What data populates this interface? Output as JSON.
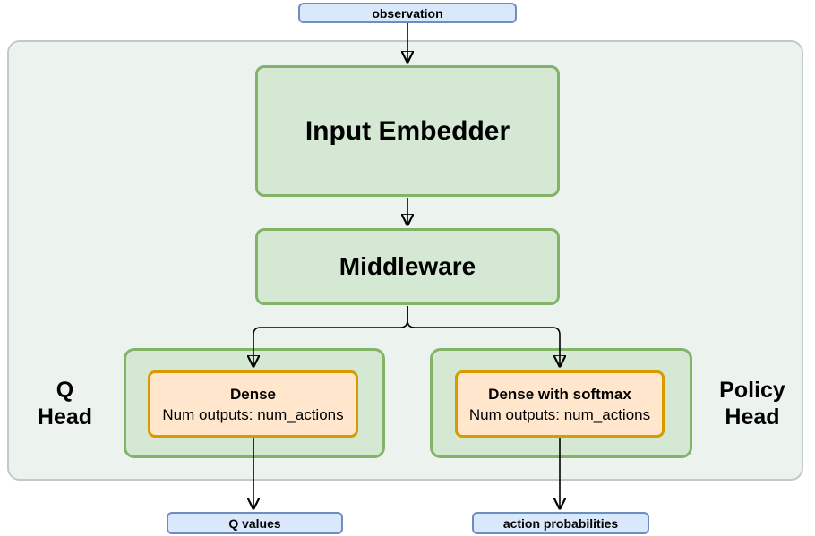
{
  "diagram": {
    "observation_label": "observation",
    "input_embedder_label": "Input Embedder",
    "middleware_label": "Middleware",
    "q_head": {
      "label_line1": "Q",
      "label_line2": "Head",
      "dense_title": "Dense",
      "dense_subtitle": "Num outputs: num_actions",
      "output_label": "Q values"
    },
    "policy_head": {
      "label_line1": "Policy",
      "label_line2": "Head",
      "dense_title": "Dense with softmax",
      "dense_subtitle": "Num outputs: num_actions",
      "output_label": "action probabilities"
    }
  },
  "colors": {
    "green_fill": "#d5e8d4",
    "green_border": "#82b366",
    "orange_fill": "#ffe6cc",
    "orange_border": "#d79b00",
    "blue_fill": "#dae8fc",
    "blue_border": "#6c8ebf",
    "container_fill": "#ecf3ef",
    "container_border": "#c3cac5",
    "arrow_color": "#000000",
    "text_color": "#000000"
  }
}
